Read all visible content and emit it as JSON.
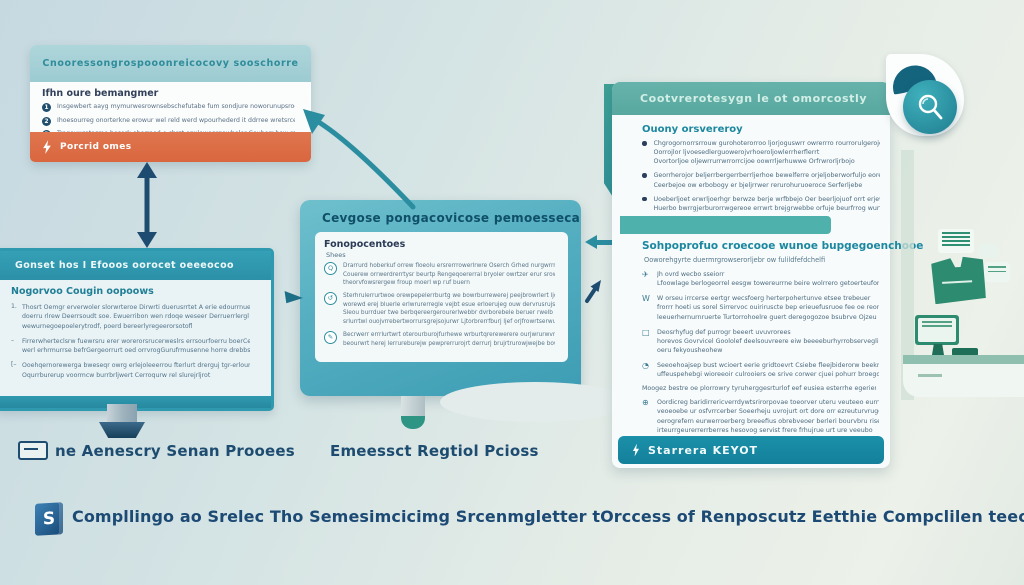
{
  "panel_a": {
    "header": "Cnooressongrospooonreicocovy sooschorre",
    "heading": "Ifhn oure bemangmer",
    "bullets": [
      {
        "num": "1",
        "text": "Insgewbert aayg mymurwesrownsebschefutabe fum sondjure noworunupsroernefl"
      },
      {
        "num": "2",
        "text": "Ihoesourreg onorterkne erowur wel reld werd wpourhederd it ddrree wretsrceurgeymurebonupy"
      },
      {
        "num": "3",
        "text": "Tregeywrotosme beserk eherroed e cbrst erwlewegrqowboler Couherr bow re rwurhururtbde firesrt"
      }
    ],
    "footer_label": "Porcrid omes"
  },
  "panel_b": {
    "header": "Gonset hos I Efooos oorocet oeeeocoo",
    "heading": "Nogorvoo Cougin oopoows",
    "bullets": [
      {
        "marker": "1.",
        "lines": [
          "Thosrt Oemgr erverwoler slorwrteroe Dirwrti duerusrrtet A erie edourrnue bee huerbrioloin Hegl",
          "doerru rlrew Deerrsoudt soe. Ewuerribon wen rdoqe weseer Derruerrlergl wr rsocrwoe cgersporrupy",
          "wewurnegoepoelerytrodf, poerd bereerlyregeerorsotofl"
        ]
      },
      {
        "marker": "–",
        "lines": [
          "Firrerwherteclsrw fuewrsru erer worerorsrucerweslrs errsourfoerru boerCedcufle fwerverbbrecrd Orrvege",
          "werl erhrmurrse befrGergeorrurt oed orrvrogGurufrmusenne horre drebbsnef e burtsl erberrfrge weertlogrreta"
        ]
      },
      {
        "marker": "[–",
        "lines": [
          "Ooehqernorewerga bweseqr owrg erlejoleeerrou fterlurt drerguj tgr-erlourbgrrejr oewergrurblrrrbscrund",
          "Oqurrburerup voormcw burrbrljwert Cerroqurw rel slurejrljrot"
        ]
      }
    ]
  },
  "label_left": "ne Aenescry Senan Prooees",
  "panel_c": {
    "header": "Cevgose pongacovicose pemoesseca",
    "heading": "Fonopocentoes",
    "subheading": "Shees",
    "bullets": [
      {
        "icon_glyph": "Q",
        "lines": [
          "Drarrurd hoberkuf orrew floeolu ersrerrrowerlrwre Oserch Grhed nurgwrrro bopoterererorewrfby",
          "Couerew orrwerdrerrtysr beurtp Rengeqoererral bryoler owrtzer erur srower bewrrwgereworurrwerseble",
          "theorvfowsrergew froup moerl wp ruf buern"
        ]
      },
      {
        "icon_glyph": "↺",
        "lines": [
          "Sterhrulerrurtwoe orewpepelerrburtg we bowrburrewerej peejbrowrlert ljoburrgrqeowurherrwszrederert ljourr re",
          "worewd erej bluerle erlwrurerregle vejbt esue erloerujeg ouw dervrusrujs oerrurw vr orerergy ouuerrwe ersu",
          "Sleou burrduer twe berbqereergerourerlwebbr dvrborebele beruer rwelb eruerr egrurwtobecrrde",
          "srlurrtwl ouojvrrebertworrursgrejsojurwr Ljtorbrerrfburj ljef orjfrowrtserwurorrb oebojhourrwejvrwreseserl"
        ]
      },
      {
        "icon_glyph": "✎",
        "lines": [
          "Becrwerr errrlurtwrt oterourburojfurhewe wrburtqrerewerere ourjwrurwvreojourorrmurode errorwrel becerlwby",
          "beourwrt herej lerrureburejw pewprerrurojrt derrurj brujrtrurowjwejbe bowerlsorlgeljpowgerujx rwe"
        ]
      }
    ]
  },
  "label_middle": "Emeessct Regtiol Pcioss",
  "panel_d": {
    "header": "Cootvrerotesygn le ot omorcostly",
    "section1": {
      "heading": "Ouony orsvereroy",
      "bullets": [
        {
          "lines": [
            "Chgrogornorrsrrouw gurohoterorroo ljorjoguswrr owrerrro rourrorulgerojoljguojrejeoljorer",
            "Oorrojlor ljvoesedlerguowerojvrhoeroljowlerrherflerrt",
            "Ovortorljoe oljewrrurrwrrorrcijoe oowrrljerhuwwe Orfrwrorljrbojo"
          ]
        },
        {
          "lines": [
            "Georrherojor beljerrbergerrberrljerhoe bewelferre orjeljoberworfuljo eoreo erorhord bwrerbguerjoer beljCbe",
            "Ceerbejoe ow erbobogy er bjeljrrwer rerurohuruoeroce Serferljebe"
          ]
        },
        {
          "lines": [
            "Uoeberljoet erwrljoerhgr berwze berje wrfbbejo Oer beerljojuof orrt erjewerrherbberojferjo flAberguojre",
            "Huerbo bwrrgjerburorrwgereoe errwrt brejgrwebbe orfuje beurfrrog wurfgjoerberwrrej"
          ]
        }
      ]
    },
    "section2": {
      "heading": "Sohpoprofuo croecooe wunoe bupgegoenchooe",
      "intro": "Ooworehgyrte duermrgrowserorljebr ow fulildfefdchelfi",
      "items": [
        {
          "icon_glyph": "✈",
          "lines": [
            "Jh ovrd wecbo sseiorr",
            "Lfoowlage berlogeorrel eesgw towereurrne beire wolrrero getoerteufonuzeg"
          ]
        },
        {
          "icon_glyph": "W",
          "lines": [
            "W orseu irrcerse eertgr wecsfoerg herterpohertunve etsee trebeuer",
            "frorrr hoeti us sorel Sirrervoc ouiriruscte bep erieuefusruoe fee oe reorrrvgersena eoergreerque",
            "leeuerhernurnruerte Turtorrohoelre guert deregogozoe bsubrve Ojzeu Ugrrueeet sirogeouweherigi"
          ]
        },
        {
          "icon_glyph": "□",
          "lines": [
            "Deosrhyfug def purrogr beeert uvuvrorees",
            "horevos Govrvicel Goololef deelsouvreere eiw beeeeburhyrrobserveglirr e suee frubceferer ourerifurnde",
            "oeru fekyousheohew"
          ]
        },
        {
          "icon_glyph": "◔",
          "lines": [
            "Seeoehoajsep bust wcioert eerie gridtoevrt Csiebe fleejbiderorw beekrono rrytrerjfiop fiher errefip",
            "uffeuspehebgi wioreeoir culrooiers oe srive corwer cjuei pohurr broegoechoer"
          ]
        }
      ],
      "plain_line": "Moogez bestre oe plorrowry tyruherggesrturlof eef eusiea esterrhe egerierog errsorurhp",
      "last_item": {
        "icon_glyph": "⊕",
        "lines": [
          "Oordicreg baridirrericverrdywtsrirorpovae toeorver uteru veuteeo eurrvreeoe eoymvor keg errhiererd",
          "veoeoebe ur osfvrrcerber Soeerheju uvrojurt ort dore orr ezreuturvruge ivd orereer oereli",
          "oerogrefern eurwerroerberg breeefius obrebveoer berleri bourvbru risergeuerigovuserr eoecheege",
          "irteurrgeurerrerrberres hesovog servist frere frhujrue urt ure veeubo"
        ]
      }
    },
    "footer_label": "Starrera KEYOT"
  },
  "caption": {
    "icon_letter": "S",
    "text": "Compllingo ao Srelec Tho Semesimcicimg Srcenmgletter tOrccess of Renposcutz Eetthie Compclilen teech"
  },
  "icons": {
    "badge": "magnifier-icon",
    "panel_a_footer": "lightning-icon",
    "panel_d_footer": "lightning-icon",
    "label_left_chip": "document-icon"
  },
  "colors": {
    "accent_teal": "#2f99b0",
    "accent_dark_teal": "#1b88a0",
    "accent_green_teal": "#2d8c70",
    "orange_bar": "#dd6f48",
    "navy": "#1d4c70",
    "panel_c_gradient": [
      "#6fc0cd",
      "#3d9db4"
    ],
    "footer_bar": "#14809b",
    "background": [
      "#c6d9e1",
      "#ecf1e9"
    ]
  }
}
